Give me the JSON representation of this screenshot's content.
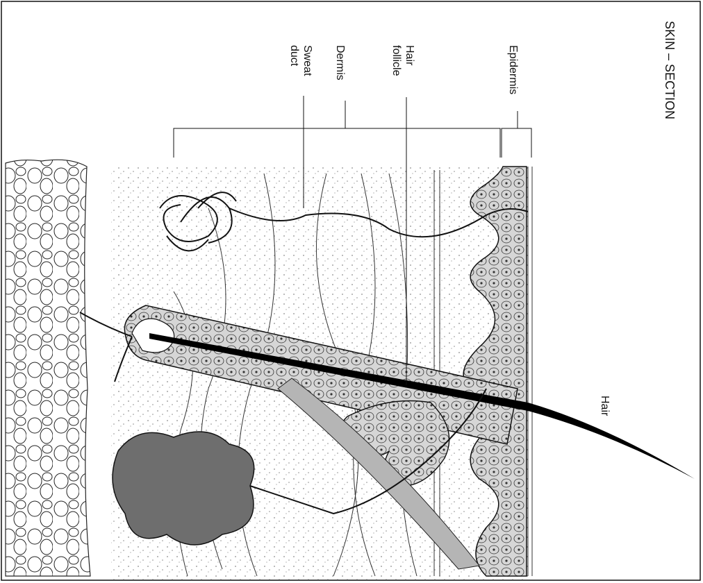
{
  "title": "SKIN – SECTION",
  "labels": {
    "epidermis": "Epidermis",
    "hair_follicle_line1": "Hair",
    "hair_follicle_line2": "follicle",
    "dermis": "Dermis",
    "sweat_duct_line1": "Sweat",
    "sweat_duct_line2": "duct",
    "hair": "Hair"
  },
  "colors": {
    "ink": "#111111",
    "stipple": "#8a8a8a",
    "follicle_fill": "#c9c9c9",
    "gland_fill": "#6e6e6e",
    "hair_fill": "#000000",
    "paper": "#ffffff"
  }
}
